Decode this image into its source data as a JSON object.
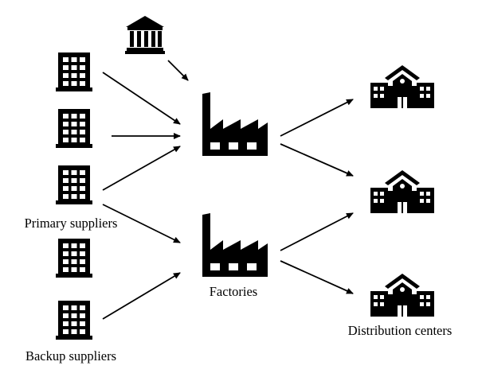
{
  "labels": {
    "primary_suppliers": "Primary suppliers",
    "backup_suppliers": "Backup suppliers",
    "factories": "Factories",
    "distribution_centers": "Distribution centers"
  },
  "icons": {
    "supplier": "office-building-icon",
    "bank": "bank-icon",
    "factory": "factory-icon",
    "distribution_center": "school-building-icon"
  },
  "colors": {
    "icon": "#000000",
    "background": "#ffffff"
  }
}
